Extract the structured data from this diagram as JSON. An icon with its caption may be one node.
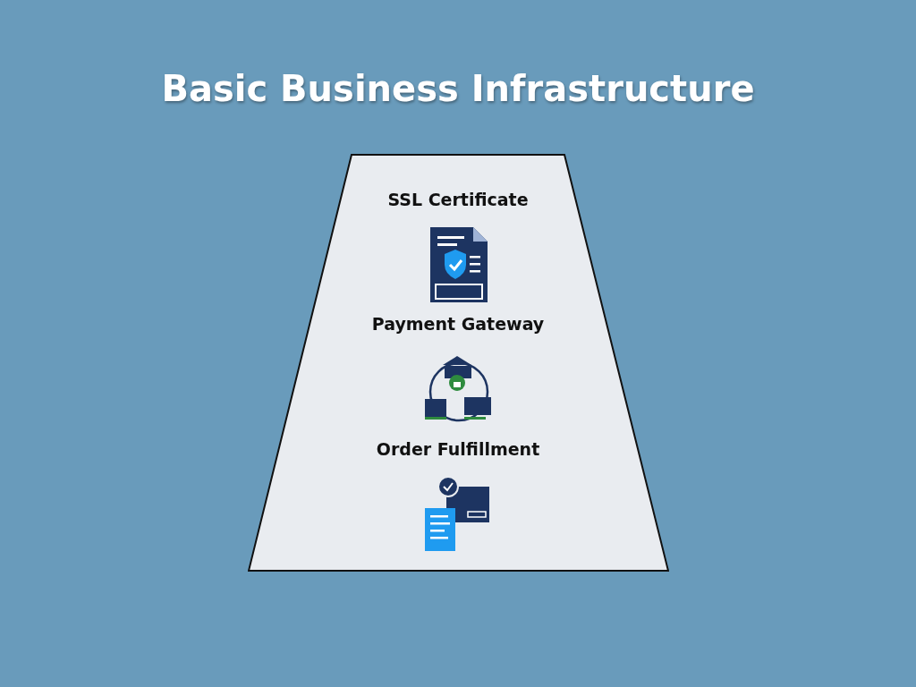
{
  "diagram": {
    "title": "Basic Business Infrastructure",
    "nodes": [
      {
        "text": [
          "SSL Certificate",
          "Payment Gateway",
          "Order Fulfillment"
        ]
      }
    ],
    "edges": []
  }
}
